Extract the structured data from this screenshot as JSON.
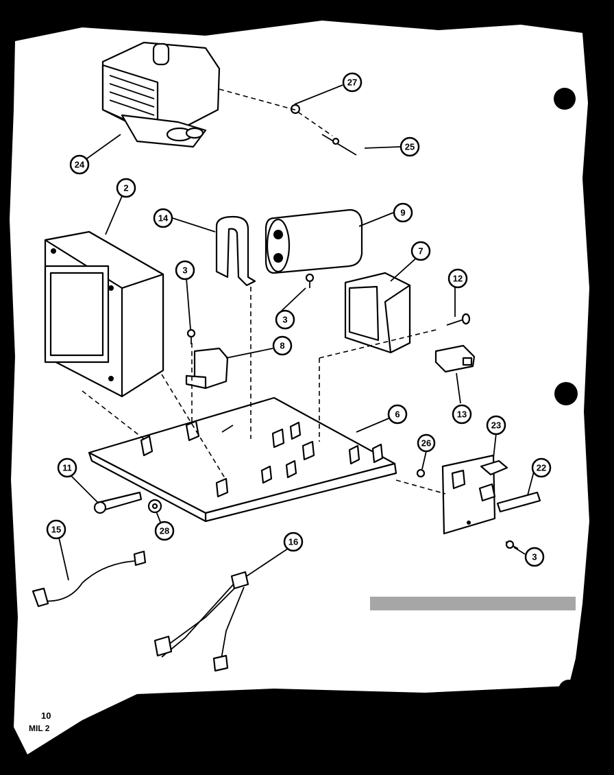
{
  "diagram": {
    "callouts": [
      {
        "id": "24",
        "label": "24"
      },
      {
        "id": "27",
        "label": "27"
      },
      {
        "id": "25",
        "label": "25"
      },
      {
        "id": "2",
        "label": "2"
      },
      {
        "id": "14",
        "label": "14"
      },
      {
        "id": "9",
        "label": "9"
      },
      {
        "id": "3a",
        "label": "3"
      },
      {
        "id": "3b",
        "label": "3"
      },
      {
        "id": "7",
        "label": "7"
      },
      {
        "id": "12",
        "label": "12"
      },
      {
        "id": "6",
        "label": "6"
      },
      {
        "id": "13",
        "label": "13"
      },
      {
        "id": "8",
        "label": "8"
      },
      {
        "id": "23",
        "label": "23"
      },
      {
        "id": "26",
        "label": "26"
      },
      {
        "id": "22",
        "label": "22"
      },
      {
        "id": "11",
        "label": "11"
      },
      {
        "id": "28",
        "label": "28"
      },
      {
        "id": "3c",
        "label": "3"
      },
      {
        "id": "15",
        "label": "15"
      },
      {
        "id": "16",
        "label": "16"
      }
    ],
    "footer": {
      "page": "10",
      "ref": "MIL 2"
    }
  },
  "colors": {
    "ink": "#000000",
    "paper": "#ffffff"
  }
}
